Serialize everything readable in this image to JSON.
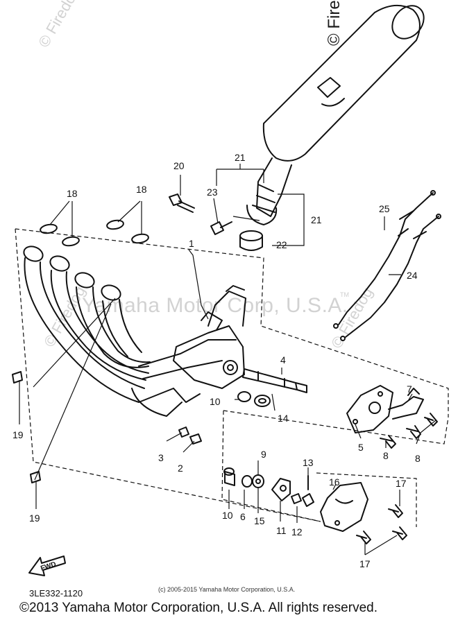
{
  "watermark_text": "Yamaha Motor Corp, U.S.A.",
  "watermark_brand": "© Firedog",
  "trademark": "TM",
  "diagram_code": "3LE332-1120",
  "small_copyright": "(c) 2005-2015 Yamaha Motor Corporation, U.S.A.",
  "copyright": "©2013 Yamaha Motor Corporation, U.S.A. All rights reserved.",
  "fwd_label": "FWD",
  "labels": {
    "l1": "1",
    "l2": "2",
    "l3": "3",
    "l4": "4",
    "l5": "5",
    "l6": "6",
    "l7": "7",
    "l8a": "8",
    "l8b": "8",
    "l9": "9",
    "l10a": "10",
    "l10b": "10",
    "l11": "11",
    "l12": "12",
    "l13": "13",
    "l14": "14",
    "l15": "15",
    "l16": "16",
    "l17a": "17",
    "l17b": "17",
    "l18a": "18",
    "l18b": "18",
    "l19a": "19",
    "l19b": "19",
    "l20": "20",
    "l21a": "21",
    "l21b": "21",
    "l22": "22",
    "l23": "23",
    "l24": "24",
    "l25": "25"
  }
}
